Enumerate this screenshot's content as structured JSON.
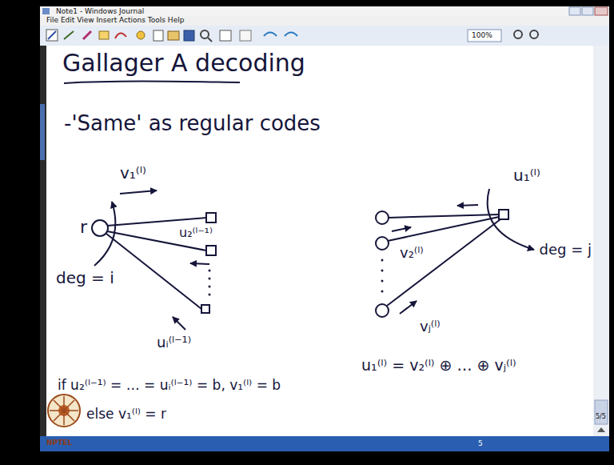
{
  "diagram": {
    "title": "Gallager A decoding",
    "labels": [
      "Note1 - Windows Journal",
      "File Edit View Insert Actions Tools Help",
      "100%",
      "-'Same' as regular codes",
      "r",
      "v₁⁽ˡ⁾",
      "u₂⁽ˡ⁻¹⁾",
      "uᵢ⁽ˡ⁻¹⁾",
      "deg = i",
      "u₁⁽ˡ⁾",
      "v₂⁽ˡ⁾",
      "vⱼ⁽ˡ⁾",
      "deg = j",
      "if u₂⁽ˡ⁻¹⁾ = … = uᵢ⁽ˡ⁻¹⁾ = b, v₁⁽ˡ⁾ = b",
      "else v₁⁽ˡ⁾ = r",
      "u₁⁽ˡ⁾ = v₂⁽ˡ⁾ ⊕ … ⊕ vⱼ⁽ˡ⁾",
      "5/5",
      "5",
      "NPTEL"
    ]
  }
}
